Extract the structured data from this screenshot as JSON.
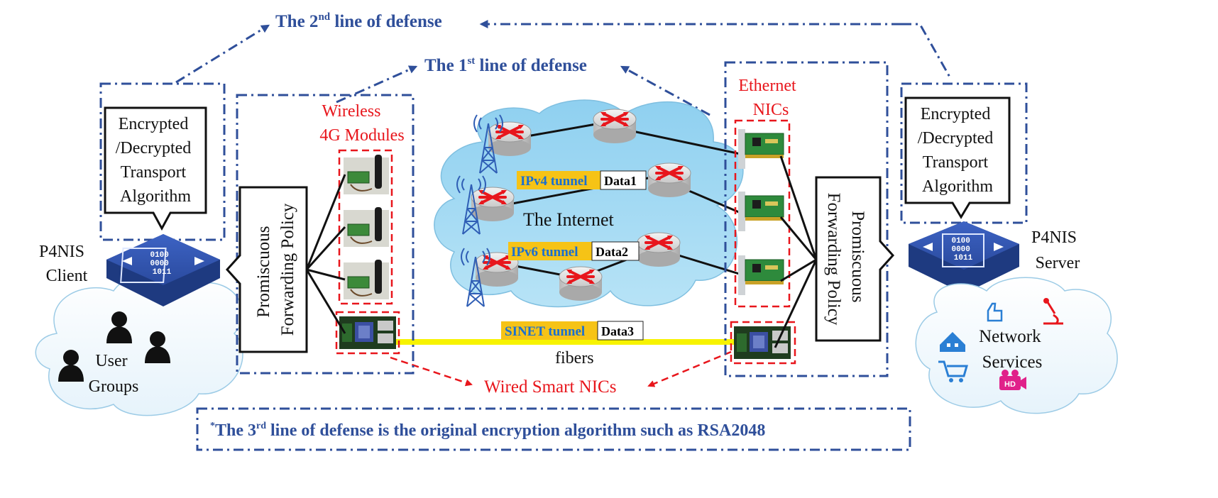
{
  "defense": {
    "second": {
      "pre": "The 2",
      "sup": "nd",
      "post": " line of defense"
    },
    "first": {
      "pre": "The 1",
      "sup": "st",
      "post": " line of defense"
    },
    "third": {
      "star": "*",
      "pre": "The 3",
      "sup": "rd",
      "post": " line of defense is the original encryption algorithm such as RSA2048"
    }
  },
  "client": {
    "algorithm_lines": [
      "Encrypted",
      "/Decrypted",
      "Transport",
      "Algorithm"
    ],
    "name_lines": [
      "P4NIS",
      "Client"
    ],
    "policy_lines": [
      "Promiscuous",
      "Forwarding Policy"
    ],
    "users_lines": [
      "User",
      "Groups"
    ],
    "device_bits": [
      "0100",
      "0000",
      "1011"
    ]
  },
  "server": {
    "algorithm_lines": [
      "Encrypted",
      "/Decrypted",
      "Transport",
      "Algorithm"
    ],
    "name_lines": [
      "P4NIS",
      "Server"
    ],
    "policy_lines": [
      "Promiscuous",
      "Forwarding Policy"
    ],
    "services_lines": [
      "Network",
      "Services"
    ],
    "device_bits": [
      "0100",
      "0000",
      "1011"
    ],
    "service_icon": "HD"
  },
  "labels": {
    "wireless_lines": [
      "Wireless",
      "4G Modules"
    ],
    "ethernet_lines": [
      "Ethernet",
      "NICs"
    ],
    "internet": "The Internet",
    "fibers": "fibers",
    "wired_smart": "Wired Smart NICs"
  },
  "tunnels": [
    {
      "name": "IPv4 tunnel",
      "data": "Data1"
    },
    {
      "name": "IPv6 tunnel",
      "data": "Data2"
    },
    {
      "name": "SINET tunnel",
      "data": "Data3"
    }
  ],
  "colors": {
    "defense_blue": "#2f4f9a",
    "alert_red": "#e8161c",
    "fiber_yellow": "#f7f300",
    "cloud_blue": "#a9dcf4",
    "tunnel_bg": "#f6c316"
  },
  "icons": [
    "router-icon",
    "antenna-tower-icon",
    "4g-module-icon",
    "ethernet-nic-icon",
    "smart-nic-icon",
    "p4-device-icon",
    "user-icon",
    "thumbs-up-icon",
    "microscope-icon",
    "shopping-cart-icon",
    "home-network-icon",
    "hd-camera-icon"
  ]
}
